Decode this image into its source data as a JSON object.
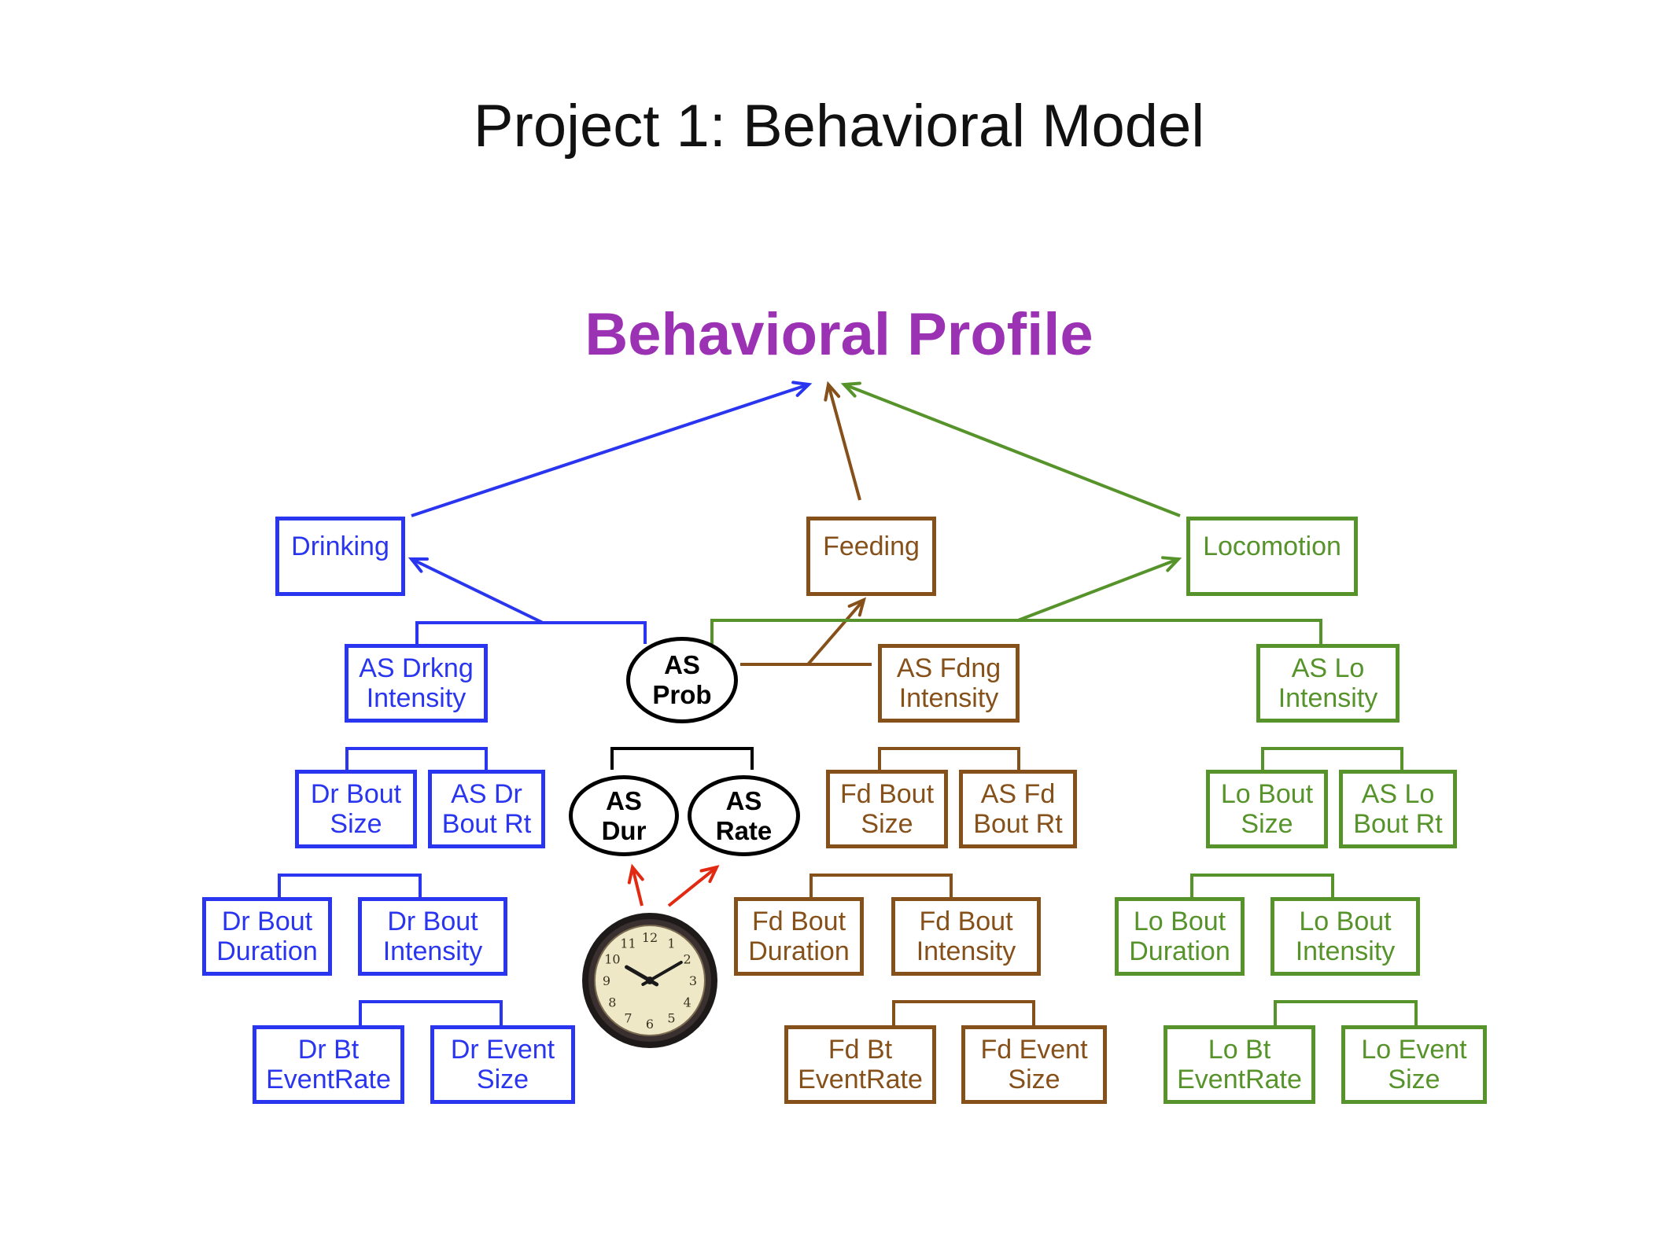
{
  "title": "Project 1: Behavioral Model",
  "profile_title": "Behavioral Profile",
  "colors": {
    "drinking": "#2a35f0",
    "feeding": "#86501a",
    "locomotion": "#56932a",
    "profile": "#9b32b4",
    "clock_arrows": "#e22a12",
    "oval": "#000000"
  },
  "nodes": {
    "drinking": "Drinking",
    "feeding": "Feeding",
    "locomotion": "Locomotion",
    "as_drkng_intensity": "AS Drkng\nIntensity",
    "as_prob": "AS\nProb",
    "as_fdng_intensity": "AS Fdng\nIntensity",
    "as_lo_intensity": "AS Lo\nIntensity",
    "dr_bout_size": "Dr Bout\nSize",
    "as_dr_bout_rt": "AS Dr\nBout Rt",
    "as_dur": "AS\nDur",
    "as_rate": "AS\nRate",
    "fd_bout_size": "Fd Bout\nSize",
    "as_fd_bout_rt": "AS Fd\nBout Rt",
    "lo_bout_size": "Lo Bout\nSize",
    "as_lo_bout_rt": "AS Lo\nBout Rt",
    "dr_bout_duration": "Dr Bout\nDuration",
    "dr_bout_intensity": "Dr Bout\nIntensity",
    "fd_bout_duration": "Fd Bout\nDuration",
    "fd_bout_intensity": "Fd Bout\nIntensity",
    "lo_bout_duration": "Lo Bout\nDuration",
    "lo_bout_intensity": "Lo Bout\nIntensity",
    "dr_bt_eventrate": "Dr Bt\nEventRate",
    "dr_event_size": "Dr Event\nSize",
    "fd_bt_eventrate": "Fd Bt\nEventRate",
    "fd_event_size": "Fd Event\nSize",
    "lo_bt_eventrate": "Lo Bt\nEventRate",
    "lo_event_size": "Lo Event\nSize"
  },
  "clock": {
    "numerals": [
      "12",
      "1",
      "2",
      "3",
      "4",
      "5",
      "6",
      "7",
      "8",
      "9",
      "10",
      "11"
    ]
  }
}
